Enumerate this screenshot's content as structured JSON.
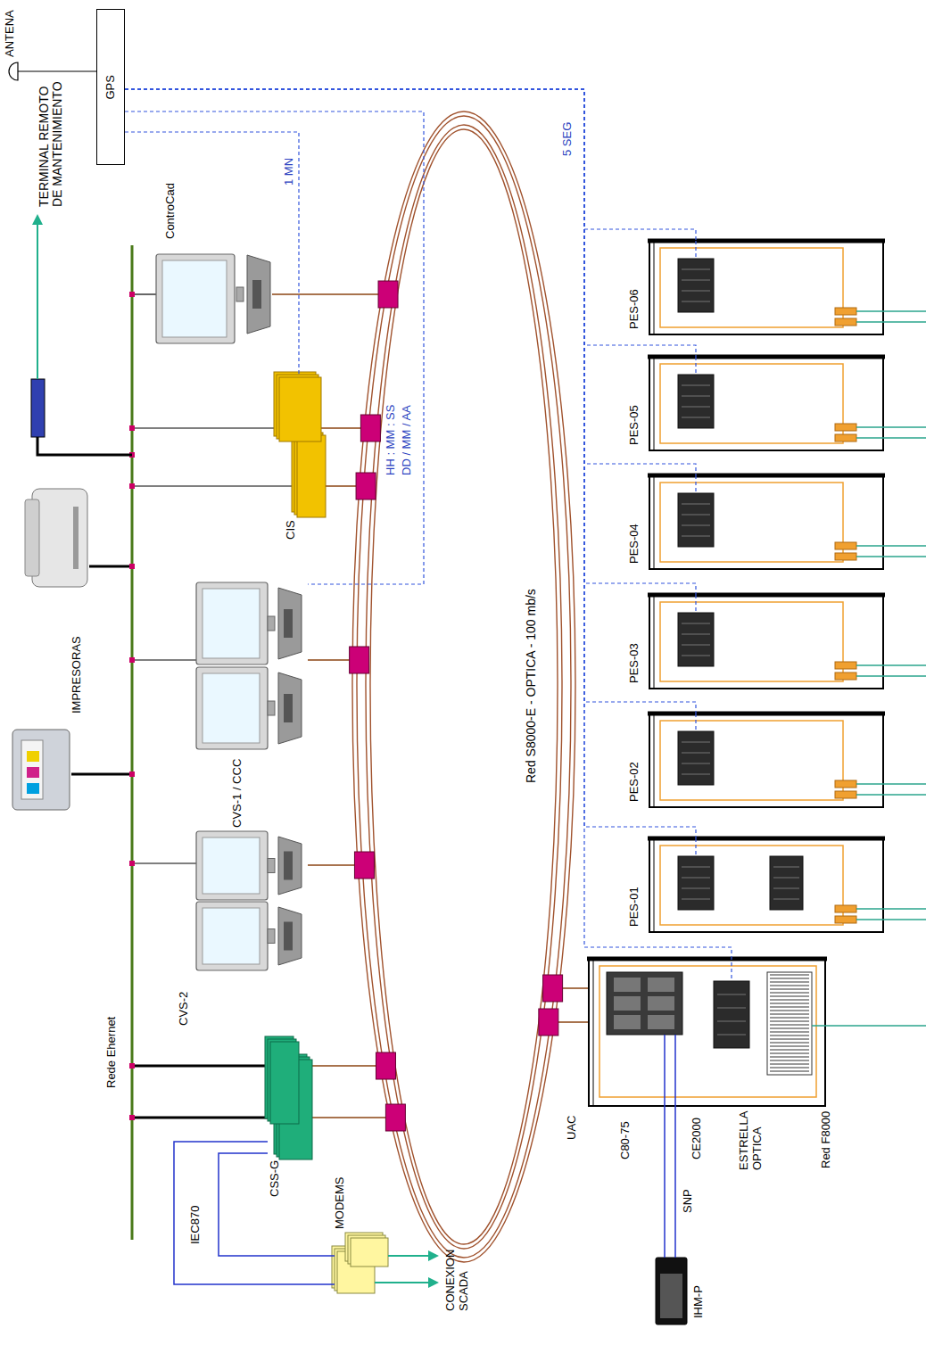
{
  "diagram": {
    "nodes": [
      {
        "text": [
          "GPS"
        ]
      },
      {
        "text": [
          "ControCad"
        ]
      },
      {
        "text": [
          "CIS"
        ]
      },
      {
        "text": [
          "CVS-1 / CCC"
        ]
      },
      {
        "text": [
          "CVS-2"
        ]
      },
      {
        "text": [
          "CSS-G"
        ]
      },
      {
        "text": [
          "MODEMS"
        ]
      },
      {
        "text": [
          "PES-06"
        ]
      },
      {
        "text": [
          "PES-05"
        ]
      },
      {
        "text": [
          "PES-04"
        ]
      },
      {
        "text": [
          "PES-03"
        ]
      },
      {
        "text": [
          "PES-02"
        ]
      },
      {
        "text": [
          "PES-01"
        ]
      },
      {
        "text": [
          "UAC"
        ]
      },
      {
        "text": [
          "C80-75"
        ],
        "in": 13
      },
      {
        "text": [
          "CE2000"
        ],
        "in": 13
      },
      {
        "text": [
          "ESTRELLA OPTICA"
        ],
        "in": 13
      },
      {
        "text": [
          "IHM-P"
        ]
      }
    ],
    "edges": [
      {
        "from": 0,
        "to": 2,
        "arrow": "none",
        "label": "1 MN"
      },
      {
        "from": 0,
        "to": 3,
        "arrow": "none",
        "label": "DD / MM / AA"
      },
      {
        "from": 0,
        "to": 7,
        "arrow": "none",
        "label": "5 SEG"
      },
      {
        "from": 0,
        "to": 8,
        "arrow": "none"
      },
      {
        "from": 0,
        "to": 9,
        "arrow": "none"
      },
      {
        "from": 0,
        "to": 10,
        "arrow": "none"
      },
      {
        "from": 0,
        "to": 11,
        "arrow": "none"
      },
      {
        "from": 0,
        "to": 12,
        "arrow": "none"
      },
      {
        "from": 0,
        "to": 15,
        "arrow": "none"
      },
      {
        "from": 14,
        "to": 17,
        "arrow": "none",
        "label": "SNP"
      },
      {
        "from": 14,
        "to": 17,
        "arrow": "none"
      },
      {
        "from": 5,
        "to": 6,
        "arrow": "none",
        "label": "IEC870"
      },
      {
        "from": 5,
        "to": 6,
        "arrow": "none"
      }
    ],
    "labels": [
      "ANTENA",
      "TERMINAL REMOTO DE MANTENIMIENTO",
      "IMPRESORAS",
      "Rede Ehernet",
      "HH : MM : SS",
      "Red S8000-E - OPTICA - 100 mb/s",
      "CONEXION SCADA",
      "Red F8000"
    ]
  }
}
